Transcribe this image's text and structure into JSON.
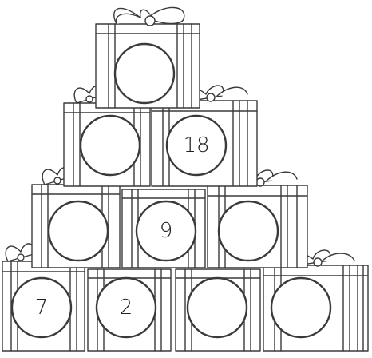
{
  "puzzle": {
    "rows": [
      {
        "cells": [
          ""
        ]
      },
      {
        "cells": [
          "",
          "18"
        ]
      },
      {
        "cells": [
          "",
          "9",
          ""
        ]
      },
      {
        "cells": [
          "7",
          "2",
          "",
          ""
        ]
      }
    ]
  }
}
